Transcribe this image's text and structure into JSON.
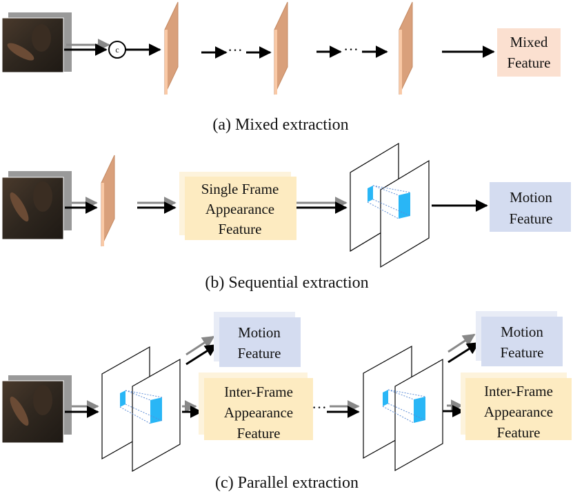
{
  "panels": {
    "a": {
      "caption": "(a) Mixed extraction",
      "concat_symbol": "c",
      "ellipsis": "···",
      "output_box": {
        "line1": "Mixed",
        "line2": "Feature"
      }
    },
    "b": {
      "caption": "(b) Sequential extraction",
      "appearance_box": {
        "line1": "Single Frame",
        "line2": "Appearance",
        "line3": "Feature"
      },
      "motion_box": {
        "line1": "Motion",
        "line2": "Feature"
      }
    },
    "c": {
      "caption": "(c) Parallel extraction",
      "ellipsis": "···",
      "motion_box": {
        "line1": "Motion",
        "line2": "Feature"
      },
      "appearance_box": {
        "line1": "Inter-Frame",
        "line2": "Appearance",
        "line3": "Feature"
      }
    }
  },
  "colors": {
    "conv_block_face": "#f9c9a6",
    "conv_block_side": "#d9a07b",
    "mixed_feature_box": "#fbe0d0",
    "appearance_box": "#fdebc1",
    "appearance_box_back": "#fdf3dc",
    "motion_box": "#d4dcf0",
    "motion_box_back": "#e8ecf6",
    "cube_blue": "#29b6f6",
    "arrow_black": "#000000",
    "arrow_gray": "#888888"
  }
}
